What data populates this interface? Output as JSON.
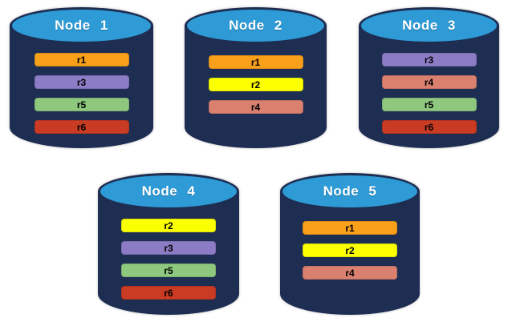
{
  "colors": {
    "background": "#ffffff",
    "cylinder_body": "#1E2D52",
    "cylinder_top": "#2E9BD6",
    "node_label_text": "#ffffff",
    "bar_text": "#000000"
  },
  "replica_colors": {
    "r1": "#F9A01B",
    "r2": "#FBFF00",
    "r3": "#8C7CC6",
    "r4": "#D9806F",
    "r5": "#8DC87E",
    "r6": "#C93B22"
  },
  "nodes": [
    {
      "label": "Node 1",
      "replicas": [
        "r1",
        "r3",
        "r5",
        "r6"
      ]
    },
    {
      "label": "Node 2",
      "replicas": [
        "r1",
        "r2",
        "r4"
      ]
    },
    {
      "label": "Node 3",
      "replicas": [
        "r3",
        "r4",
        "r5",
        "r6"
      ]
    },
    {
      "label": "Node 4",
      "replicas": [
        "r2",
        "r3",
        "r5",
        "r6"
      ]
    },
    {
      "label": "Node 5",
      "replicas": [
        "r1",
        "r2",
        "r4"
      ]
    }
  ]
}
